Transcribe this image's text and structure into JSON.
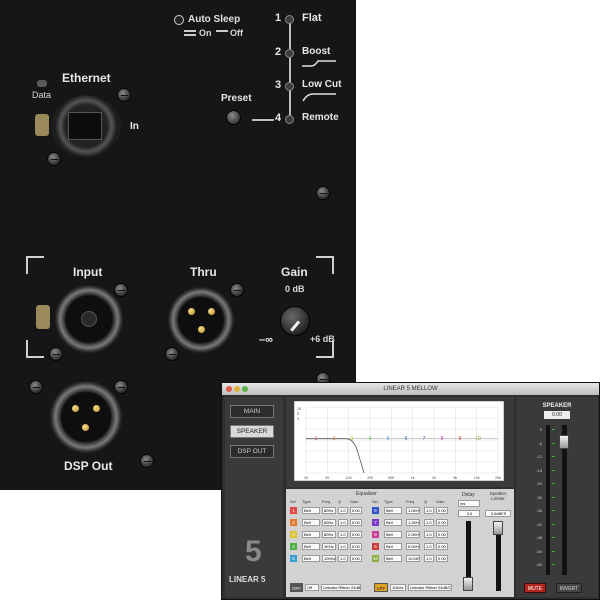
{
  "hardware": {
    "ethernet": {
      "label": "Ethernet",
      "data_label": "Data",
      "in_label": "In"
    },
    "auto_sleep": {
      "label": "Auto Sleep",
      "on_label": "On",
      "off_label": "Off"
    },
    "preset": {
      "label": "Preset",
      "items": [
        {
          "num": "1",
          "label": "Flat"
        },
        {
          "num": "2",
          "label": "Boost"
        },
        {
          "num": "3",
          "label": "Low Cut"
        },
        {
          "num": "4",
          "label": "Remote"
        }
      ]
    },
    "input_label": "Input",
    "thru_label": "Thru",
    "gain": {
      "label": "Gain",
      "value": "0 dB",
      "min": "–∞",
      "max": "+6 dB"
    },
    "dsp_out_label": "DSP Out"
  },
  "software": {
    "title": "LINEAR 5 MELLOW",
    "nav": [
      {
        "label": "MAIN",
        "active": false
      },
      {
        "label": "SPEAKER",
        "active": true
      },
      {
        "label": "DSP OUT",
        "active": false
      }
    ],
    "logo_number": "5",
    "logo_text": "LINEAR 5",
    "graph": {
      "x_ticks": [
        "20",
        "50",
        "100",
        "200",
        "500",
        "1k",
        "2k",
        "5k",
        "10k",
        "20k"
      ],
      "y_ticks": [
        "15",
        "5",
        "0"
      ]
    },
    "eq": {
      "title": "Equalizer",
      "headers": [
        "Sel",
        "Type",
        "Freq",
        "Q",
        "Gain"
      ],
      "bands": [
        {
          "n": "1",
          "type": "Bell",
          "freq": "80Hz",
          "q": "1.0",
          "gain": "0.00",
          "color": "#e04848"
        },
        {
          "n": "2",
          "type": "Bell",
          "freq": "80Hz",
          "q": "1.0",
          "gain": "0.00",
          "color": "#e07a2a"
        },
        {
          "n": "3",
          "type": "Bell",
          "freq": "80Hz",
          "q": "1.0",
          "gain": "0.00",
          "color": "#d8c431"
        },
        {
          "n": "4",
          "type": "Bell",
          "freq": "1KHz",
          "q": "1.0",
          "gain": "0.00",
          "color": "#4db04a"
        },
        {
          "n": "5",
          "type": "Bell",
          "freq": "100Hz",
          "q": "1.0",
          "gain": "0.00",
          "color": "#3aa0d0"
        },
        {
          "n": "6",
          "type": "Bell",
          "freq": "1.0KHz",
          "q": "1.0",
          "gain": "0.00",
          "color": "#3055c8"
        },
        {
          "n": "7",
          "type": "Bell",
          "freq": "1.2KHz",
          "q": "1.0",
          "gain": "0.00",
          "color": "#7a3cc8"
        },
        {
          "n": "8",
          "type": "Bell",
          "freq": "2.0KHz",
          "q": "1.0",
          "gain": "0.00",
          "color": "#c83c9a"
        },
        {
          "n": "9",
          "type": "Bell",
          "freq": "5.0KHz",
          "q": "1.0",
          "gain": "0.00",
          "color": "#c83c3c"
        },
        {
          "n": "10",
          "type": "Bell",
          "freq": "10.0KHz",
          "q": "1.0",
          "gain": "0.00",
          "color": "#8ab03c"
        }
      ],
      "hpf": {
        "state": "OFF",
        "value": "Off",
        "filter": "Linkwitz Riltner 24dB/Oct"
      },
      "lpf": {
        "state": "LPF",
        "value": "10kHz",
        "filter": "Linkwitz Riltner 24dB/Oct"
      }
    },
    "delay": {
      "label": "Delay",
      "unit": "ms",
      "value": "0.0"
    },
    "limiter": {
      "label": "Speaker Limiter",
      "value": "0.0dBFS"
    },
    "speaker": {
      "label": "SPEAKER",
      "value": "0.00",
      "scale": [
        "0",
        "-6",
        "-12",
        "-18",
        "-24",
        "-30",
        "-36",
        "-42",
        "-48",
        "-54",
        "-60"
      ],
      "mute_label": "MUTE",
      "invert_label": "INVERT"
    },
    "colors": {
      "mute": "#b3261e",
      "lpf": "#e0a020",
      "accent_white": "#efefef"
    }
  }
}
